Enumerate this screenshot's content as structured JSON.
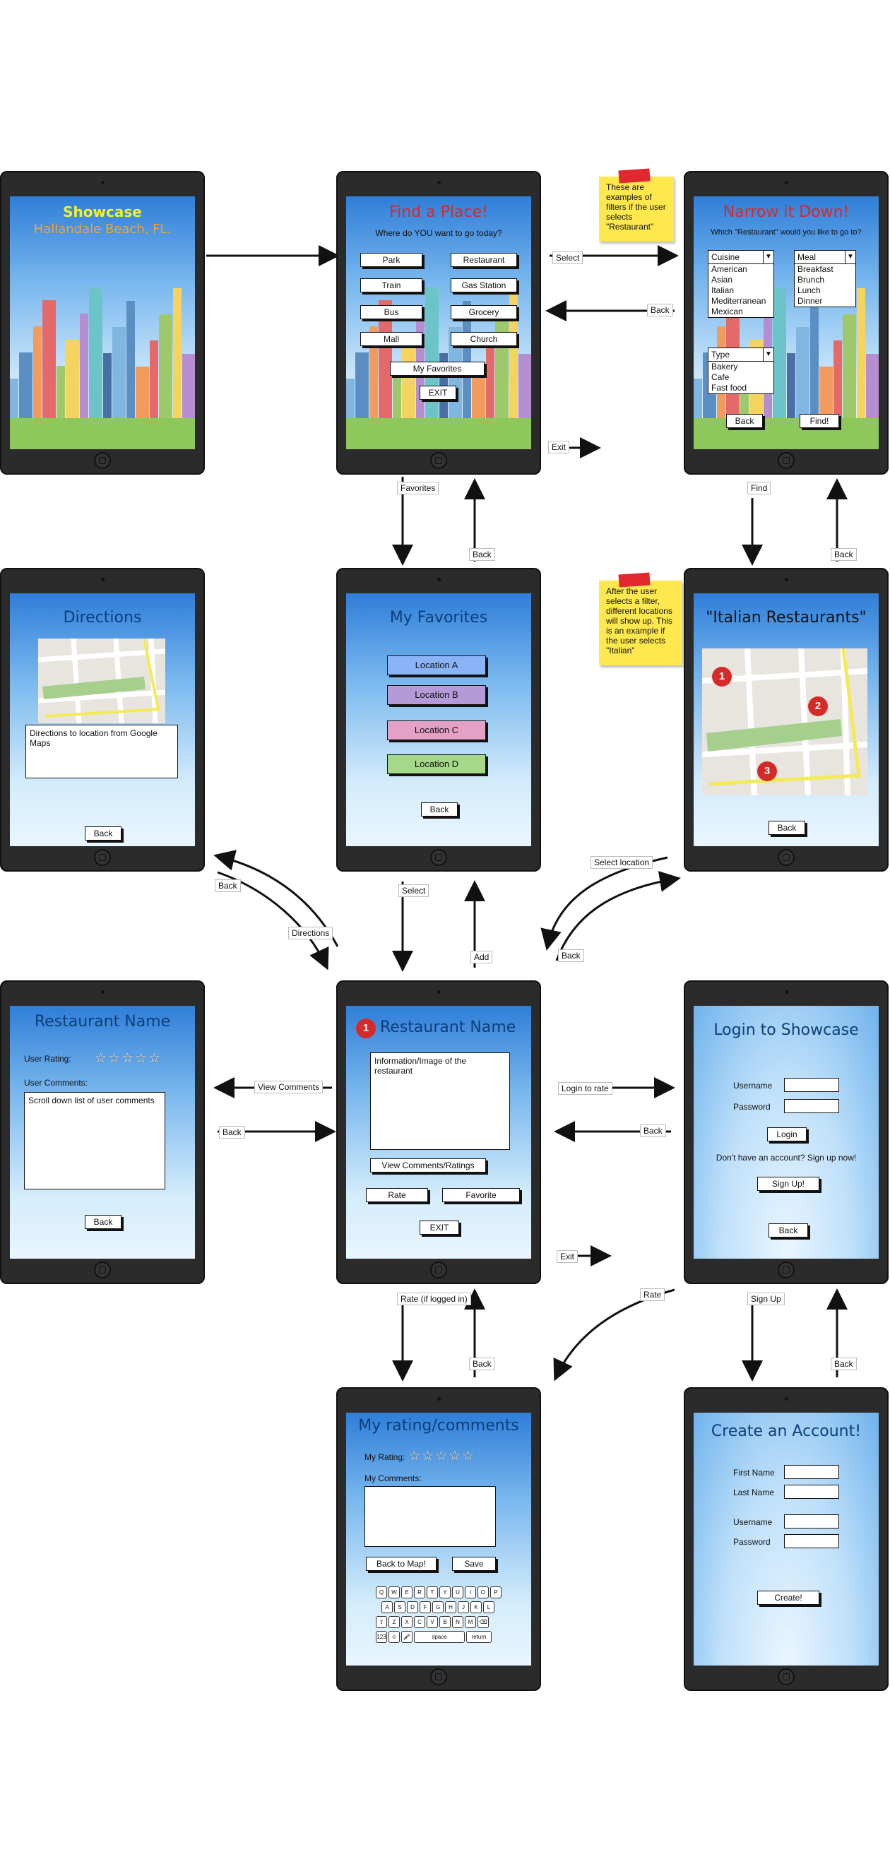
{
  "icons": [
    "camera-icon",
    "home-button-icon",
    "arrow-icon",
    "star-icon",
    "map-pin-icon",
    "dropdown-arrow-icon",
    "tape-icon"
  ],
  "colors": {
    "accent_red": "#d42a2a",
    "title_blue": "#0d3f7a",
    "favorite_blue": "#8ab4f8",
    "favorite_purple": "#b59ad9",
    "favorite_pink": "#e4a1c6",
    "favorite_green": "#a6d88a",
    "note_yellow": "#ffe84d"
  },
  "screens": {
    "splash": {
      "title": "Showcase",
      "subtitle": "Hallandale Beach, FL."
    },
    "find_place": {
      "title": "Find a Place!",
      "prompt": "Where do YOU want to go today?",
      "buttons": [
        "Park",
        "Restaurant",
        "Train",
        "Gas Station",
        "Bus",
        "Grocery",
        "Mall",
        "Church"
      ],
      "favorites": "My Favorites",
      "exit": "EXIT"
    },
    "narrow": {
      "title": "Narrow it Down!",
      "prompt": "Which \"Restaurant\" would you like to go to?",
      "cuisine": {
        "label": "Cuisine",
        "options": [
          "American",
          "Asian",
          "Italian",
          "Mediterranean",
          "Mexican"
        ]
      },
      "meal": {
        "label": "Meal",
        "options": [
          "Breakfast",
          "Brunch",
          "Lunch",
          "Dinner"
        ]
      },
      "type": {
        "label": "Type",
        "options": [
          "Bakery",
          "Cafe",
          "Fast food"
        ]
      },
      "back": "Back",
      "find": "Find!"
    },
    "directions": {
      "title": "Directions",
      "text": "Directions to location from Google Maps",
      "back": "Back"
    },
    "favorites": {
      "title": "My Favorites",
      "locations": [
        "Location A",
        "Location B",
        "Location C",
        "Location D"
      ],
      "back": "Back"
    },
    "italian": {
      "title": "\"Italian Restaurants\"",
      "pins": [
        "1",
        "2",
        "3"
      ],
      "back": "Back"
    },
    "reviews": {
      "title": "Restaurant Name",
      "rating_label": "User Rating:",
      "comments_label": "User Comments:",
      "comments_text": "Scroll down list of user comments",
      "back": "Back",
      "stars": "☆☆☆☆☆"
    },
    "restaurant": {
      "badge": "1",
      "title": "Restaurant Name",
      "info": "Information/Image of the restaurant",
      "view": "View Comments/Ratings",
      "rate": "Rate",
      "favorite": "Favorite",
      "exit": "EXIT"
    },
    "login": {
      "title": "Login to Showcase",
      "username": "Username",
      "password": "Password",
      "login": "Login",
      "signup_prompt": "Don't have an account? Sign up now!",
      "signup": "Sign Up!",
      "back": "Back"
    },
    "my_rating": {
      "title": "My rating/comments",
      "rating_label": "My Rating:",
      "comments_label": "My Comments:",
      "back_map": "Back to Map!",
      "save": "Save",
      "stars": "☆☆☆☆☆",
      "keyboard": [
        [
          "Q",
          "W",
          "E",
          "R",
          "T",
          "Y",
          "U",
          "I",
          "O",
          "P"
        ],
        [
          "A",
          "S",
          "D",
          "F",
          "G",
          "H",
          "J",
          "K",
          "L"
        ],
        [
          "⇧",
          "Z",
          "X",
          "C",
          "V",
          "B",
          "N",
          "M",
          "⌫"
        ]
      ],
      "keyboard_bottom": [
        "123",
        "☺",
        "🎤",
        "space",
        "return"
      ]
    },
    "create": {
      "title": "Create an Account!",
      "first": "First Name",
      "last": "Last Name",
      "username": "Username",
      "password": "Password",
      "create": "Create!"
    }
  },
  "notes": {
    "filters": "These are examples of filters if the user selects \"Restaurant\"",
    "after": "After the user selects a filter, different locations will show up. This is an example if the user selects \"Italian\""
  },
  "arrows": {
    "select": "Select",
    "back_1": "Back",
    "exit_1": "Exit",
    "favorites": "Favorites",
    "back_2": "Back",
    "find": "Find",
    "back_3": "Back",
    "back_4": "Back",
    "directions": "Directions",
    "select_2": "Select",
    "add": "Add",
    "select_location": "Select location",
    "back_5": "Back",
    "view_comments": "View Comments",
    "back_6": "Back",
    "login_to_rate": "Login to rate",
    "back_7": "Back",
    "exit_2": "Exit",
    "rate_logged": "Rate (if logged in)",
    "back_8": "Back",
    "rate": "Rate",
    "sign_up": "Sign Up",
    "back_9": "Back"
  }
}
